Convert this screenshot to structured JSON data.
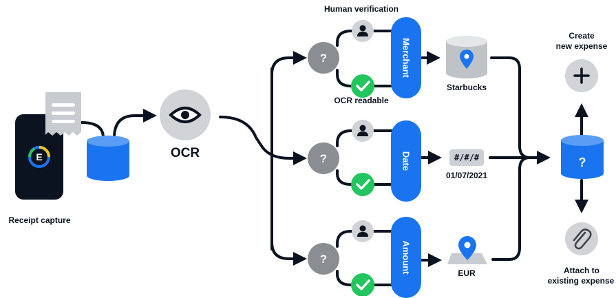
{
  "labels": {
    "human_verification": "Human verification",
    "ocr_readable": "OCR readable",
    "receipt_capture": "Receipt capture",
    "ocr": "OCR",
    "create_new_expense": [
      "Create",
      "new expense"
    ],
    "attach_existing_expense": [
      "Attach to",
      "existing expense"
    ]
  },
  "branches": [
    {
      "field": "Merchant",
      "result": "Starbucks",
      "result_icon": "database-location-icon"
    },
    {
      "field": "Date",
      "result": "01/07/2021",
      "result_icon": "date-format-chip",
      "chip": "#/#/#"
    },
    {
      "field": "Amount",
      "result": "EUR",
      "result_icon": "location-pin-icon"
    }
  ],
  "decision_symbol": "?",
  "hub_symbol": "?",
  "app_logo_letter": "E",
  "colors": {
    "blue": "#1a74f0",
    "dark": "#0b1320",
    "gray_circle": "#8a8d92",
    "light_gray": "#d1d3d6",
    "green": "#22c55e"
  }
}
